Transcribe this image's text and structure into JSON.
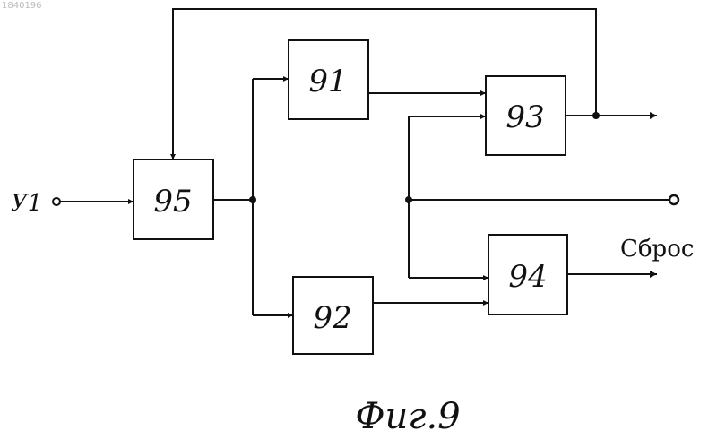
{
  "corner_id": "1840196",
  "blocks": {
    "b91": "91",
    "b92": "92",
    "b93": "93",
    "b94": "94",
    "b95": "95"
  },
  "ports": {
    "input_y1": "У1",
    "reset": "Сброс"
  },
  "caption": "Фиг.9"
}
